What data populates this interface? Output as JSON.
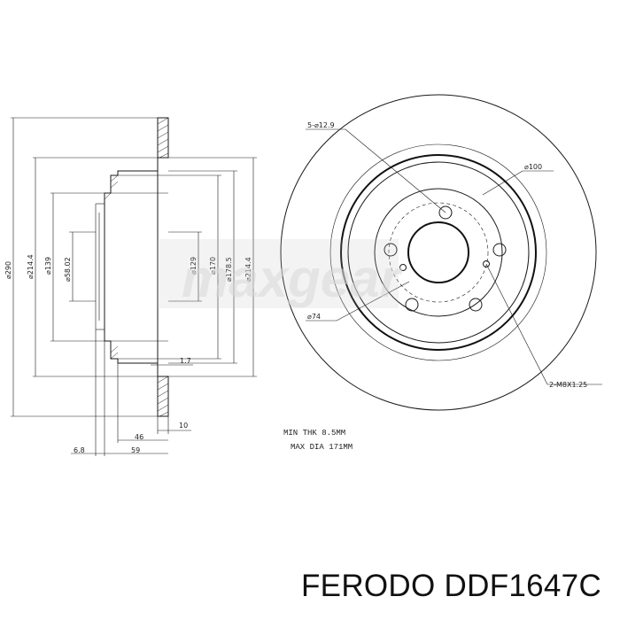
{
  "watermark": "maxgear",
  "side_view": {
    "dims_vertical": [
      "⌀290",
      "⌀214.4",
      "⌀139",
      "⌀58.02",
      "⌀129",
      "⌀170",
      "⌀178.5",
      "⌀214.4"
    ],
    "dims_horizontal": [
      "1.7",
      "10",
      "46",
      "6.8",
      "59"
    ]
  },
  "front_view": {
    "callouts": [
      "5-⌀12.9",
      "⌀100",
      "⌀74",
      "2-M8X1.25"
    ]
  },
  "notes": {
    "line1": "MIN THK 8.5MM",
    "line2": "MAX DIA 171MM"
  },
  "caption": "FERODO DDF1647C"
}
